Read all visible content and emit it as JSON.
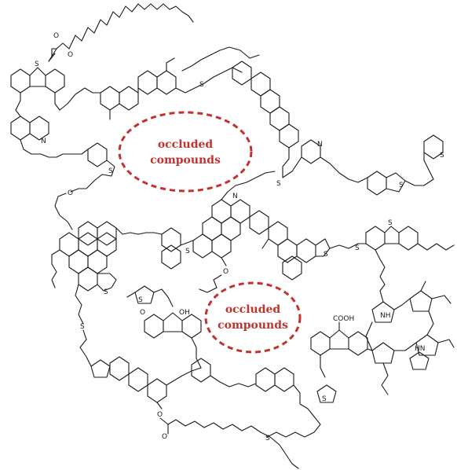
{
  "occluded_regions": [
    {
      "line1": "occluded",
      "line2": "compounds"
    },
    {
      "line1": "occluded",
      "line2": "compounds"
    }
  ],
  "atom_labels": {
    "sulfur": "S",
    "nitrogen": "N",
    "oxygen": "O",
    "nh": "NH",
    "hn": "HN",
    "oh": "OH",
    "cooh": "COOH"
  },
  "colors": {
    "structure": "#1a1a1a",
    "occlusion": "#c0332e"
  }
}
